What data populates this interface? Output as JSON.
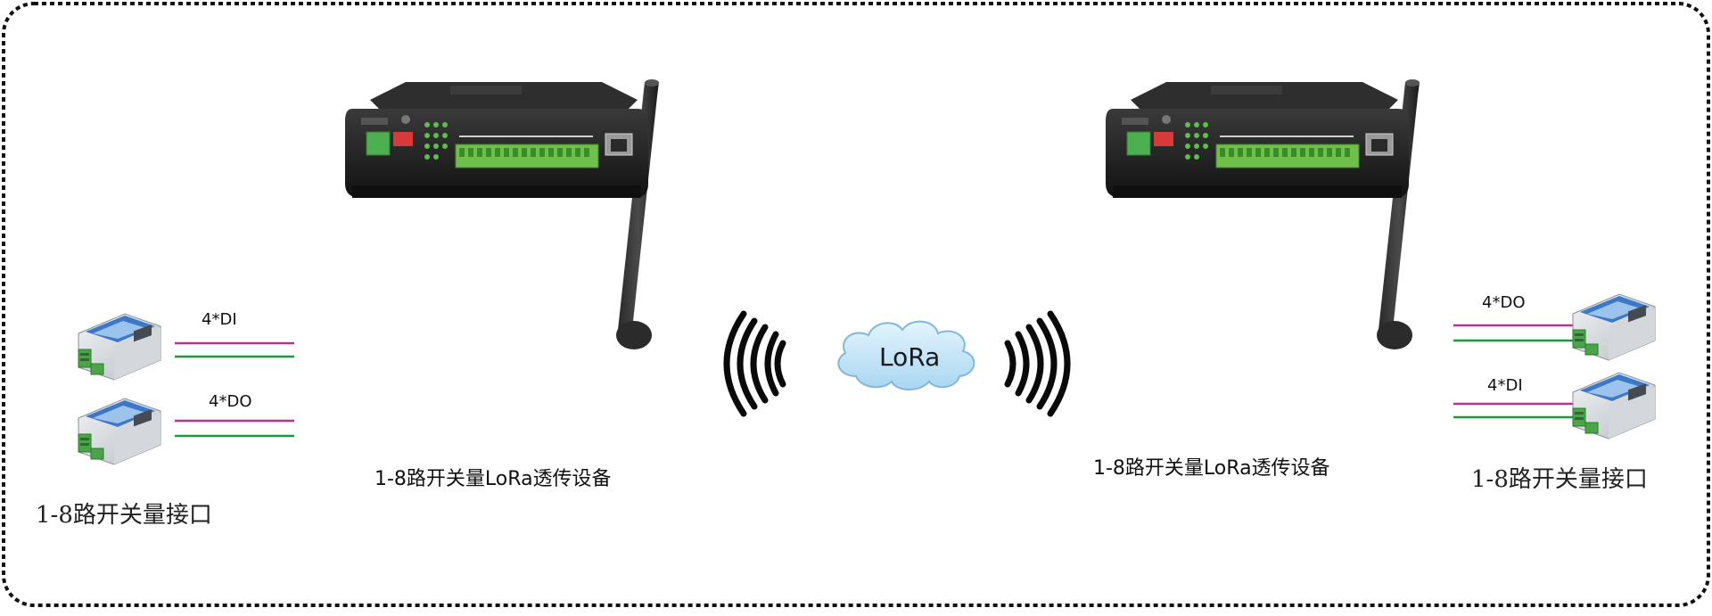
{
  "left": {
    "sensors": [
      {
        "signal": "4*DI"
      },
      {
        "signal": "4*DO"
      }
    ],
    "interface_label": "1-8路开关量接口",
    "device_label": "1-8路开关量LoRa透传设备"
  },
  "center": {
    "cloud_label": "LoRa"
  },
  "right": {
    "sensors": [
      {
        "signal": "4*DO"
      },
      {
        "signal": "4*DI"
      }
    ],
    "interface_label": "1-8路开关量接口",
    "device_label": "1-8路开关量LoRa透传设备"
  },
  "colors": {
    "wire_magenta": "#b5348f",
    "wire_green": "#1a9a3e",
    "cloud_fill": "#c9e8f8",
    "cloud_stroke": "#7fb8dc",
    "device_body": "#1c1c1c",
    "terminal_green": "#6fbf4a",
    "border": "#111111"
  }
}
